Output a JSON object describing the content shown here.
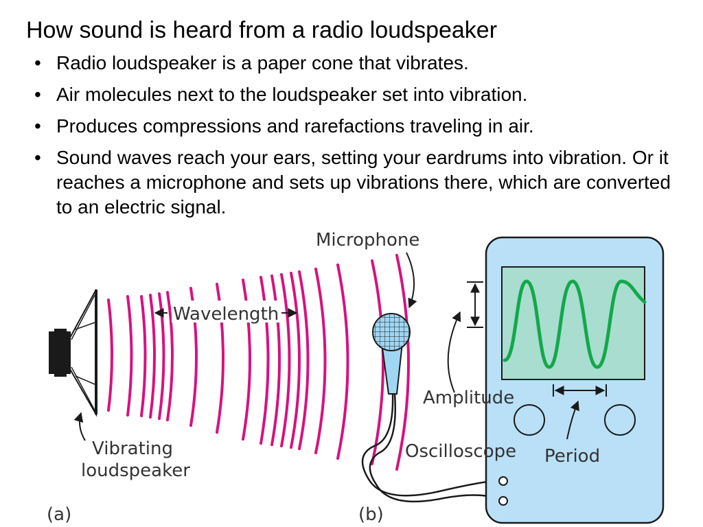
{
  "slide": {
    "title": "How sound is heard from a radio loudspeaker",
    "bullets": [
      "Radio loudspeaker is a paper cone that vibrates.",
      "Air molecules next to the loudspeaker set into vibration.",
      "Produces compressions and rarefactions traveling in air.",
      "Sound waves reach your ears, setting your eardrums into vibration.  Or it reaches a microphone and sets up vibrations there, which are converted to an electric signal."
    ]
  },
  "figure": {
    "labels": {
      "microphone": "Microphone",
      "wavelength": "Wavelength",
      "vibrating": "Vibrating",
      "loudspeaker": "loudspeaker",
      "amplitude": "Amplitude",
      "oscilloscope": "Oscilloscope",
      "period": "Period",
      "part_a": "(a)",
      "part_b": "(b)"
    },
    "colors": {
      "wave": "#d6127f",
      "scope_body": "#b9e0f7",
      "scope_screen": "#a8ddd0",
      "signal": "#13a84a",
      "outline": "#1a1a1a"
    }
  }
}
